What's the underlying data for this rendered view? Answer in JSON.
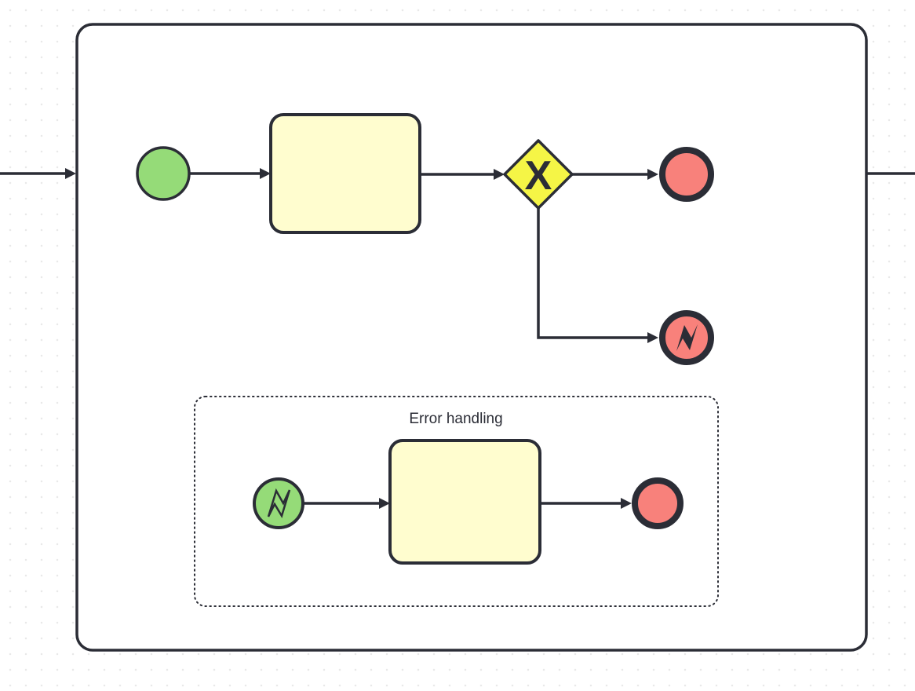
{
  "diagram": {
    "error_subprocess": {
      "label": "Error handling"
    },
    "gateway": {
      "marker": "X",
      "type": "exclusive-gateway"
    },
    "colors": {
      "stroke": "#2b2d36",
      "start_event_fill": "#95db78",
      "end_event_fill": "#f8817b",
      "task_fill": "#fffdcf",
      "gateway_fill": "#f5f546",
      "subprocess_fill": "#ffffff",
      "background": "#ffffff",
      "grid_dot": "#e9e9e9"
    },
    "icons": {
      "error_end": "lightning-bolt-filled",
      "error_start": "lightning-bolt-outline",
      "arrowhead": "filled-triangle"
    },
    "nodes": [
      {
        "name": "subprocess-container",
        "type": "expanded-subprocess"
      },
      {
        "name": "start-event",
        "type": "start-event"
      },
      {
        "name": "main-task",
        "type": "task"
      },
      {
        "name": "exclusive-gateway",
        "type": "gateway",
        "marker": "X"
      },
      {
        "name": "end-event",
        "type": "end-event"
      },
      {
        "name": "error-end-event",
        "type": "error-end-event"
      },
      {
        "name": "error-handling-subprocess",
        "type": "event-subprocess",
        "label": "Error handling"
      },
      {
        "name": "error-start-event",
        "type": "error-start-event"
      },
      {
        "name": "error-task",
        "type": "task"
      },
      {
        "name": "error-subprocess-end-event",
        "type": "end-event"
      }
    ],
    "flows": [
      {
        "name": "incoming-flow",
        "from": "outside-left",
        "to": "subprocess-container"
      },
      {
        "name": "flow-start-to-task",
        "from": "start-event",
        "to": "main-task"
      },
      {
        "name": "flow-task-to-gateway",
        "from": "main-task",
        "to": "exclusive-gateway"
      },
      {
        "name": "flow-gateway-to-end",
        "from": "exclusive-gateway",
        "to": "end-event"
      },
      {
        "name": "flow-gateway-to-error-end",
        "from": "exclusive-gateway",
        "to": "error-end-event"
      },
      {
        "name": "flow-error-start-to-task",
        "from": "error-start-event",
        "to": "error-task"
      },
      {
        "name": "flow-error-task-to-end",
        "from": "error-task",
        "to": "error-subprocess-end-event"
      },
      {
        "name": "outgoing-flow",
        "from": "subprocess-container",
        "to": "outside-right"
      }
    ]
  }
}
